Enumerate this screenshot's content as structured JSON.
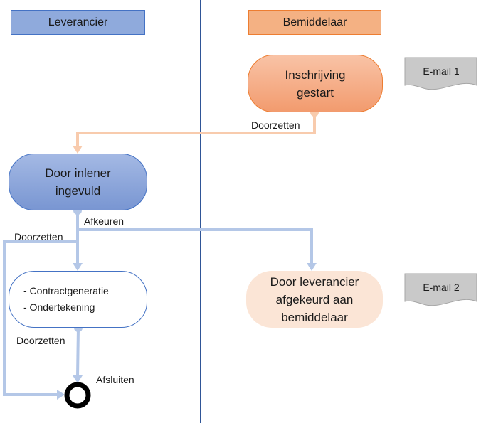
{
  "lanes": {
    "left": "Leverancier",
    "right": "Bemiddelaar"
  },
  "nodes": {
    "inschrijving": [
      "Inschrijving",
      "gestart"
    ],
    "inlener": [
      "Door inlener",
      "ingevuld"
    ],
    "contract": [
      "- Contractgeneratie",
      "- Ondertekening"
    ],
    "afgekeurd": [
      "Door leverancier",
      "afgekeurd aan",
      "bemiddelaar"
    ]
  },
  "edge_labels": {
    "doorzetten_top": "Doorzetten",
    "afkeuren": "Afkeuren",
    "doorzetten_left": "Doorzetten",
    "doorzetten_bottom": "Doorzetten",
    "afsluiten": "Afsluiten"
  },
  "documents": {
    "email1": "E-mail 1",
    "email2": "E-mail 2"
  },
  "colors": {
    "blue_flow": "#b4c7e7",
    "orange_flow": "#f8cbad",
    "divider": "#2f5597",
    "doc_fill": "#c9c9c9"
  }
}
